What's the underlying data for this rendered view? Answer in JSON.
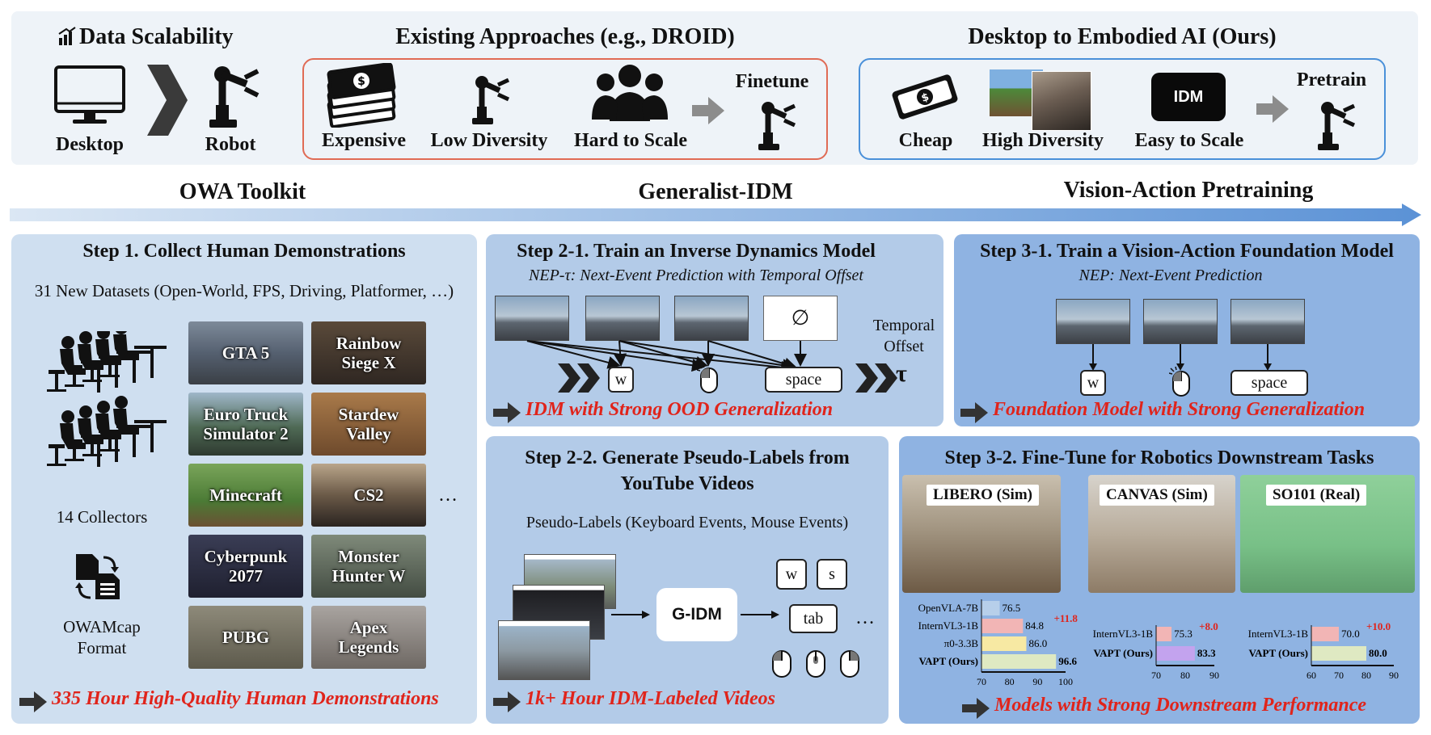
{
  "header": {
    "data_scalability": "Data Scalability",
    "desktop": "Desktop",
    "robot": "Robot",
    "existing_title": "Existing Approaches (e.g., DROID)",
    "expensive": "Expensive",
    "low_diversity": "Low Diversity",
    "hard_to_scale": "Hard to Scale",
    "finetune": "Finetune",
    "ours_title": "Desktop to Embodied AI (Ours)",
    "cheap": "Cheap",
    "high_diversity": "High Diversity",
    "idm": "IDM",
    "easy_to_scale": "Easy to Scale",
    "pretrain": "Pretrain"
  },
  "stages": {
    "owa": "OWA Toolkit",
    "gidm": "Generalist-IDM",
    "vap": "Vision-Action Pretraining"
  },
  "step1": {
    "title": "Step 1. Collect Human Demonstrations",
    "subtitle": "31 New Datasets (Open-World, FPS, Driving, Platformer, …)",
    "collectors": "14 Collectors",
    "format_line1": "OWAMcap",
    "format_line2": "Format",
    "games": [
      {
        "line1": "GTA 5",
        "line2": ""
      },
      {
        "line1": "Rainbow",
        "line2": "Siege X"
      },
      {
        "line1": "Euro Truck",
        "line2": "Simulator 2"
      },
      {
        "line1": "Stardew",
        "line2": "Valley"
      },
      {
        "line1": "Minecraft",
        "line2": ""
      },
      {
        "line1": "CS2",
        "line2": ""
      },
      {
        "line1": "Cyberpunk",
        "line2": "2077"
      },
      {
        "line1": "Monster",
        "line2": "Hunter W"
      },
      {
        "line1": "PUBG",
        "line2": ""
      },
      {
        "line1": "Apex",
        "line2": "Legends"
      }
    ],
    "ellipsis": "…",
    "footer": "335 Hour High-Quality Human Demonstrations"
  },
  "step21": {
    "title": "Step 2-1. Train an Inverse Dynamics Model",
    "subtitle": "NEP-τ: Next-Event Prediction with Temporal Offset",
    "null_symbol": "∅",
    "key_w": "w",
    "key_space": "space",
    "temporal_line1": "Temporal",
    "temporal_line2": "Offset",
    "tau": "τ",
    "footer": "IDM with Strong OOD Generalization"
  },
  "step22": {
    "title_line1": "Step 2-2. Generate Pseudo-Labels from",
    "title_line2": "YouTube Videos",
    "subtitle": "Pseudo-Labels (Keyboard Events, Mouse Events)",
    "gidm": "G-IDM",
    "key_w": "w",
    "key_s": "s",
    "key_tab": "tab",
    "ellipsis": "…",
    "footer": "1k+ Hour IDM-Labeled Videos"
  },
  "step31": {
    "title": "Step 3-1. Train a Vision-Action Foundation Model",
    "subtitle": "NEP: Next-Event Prediction",
    "key_w": "w",
    "key_space": "space",
    "footer": "Foundation Model with Strong Generalization"
  },
  "step32": {
    "title": "Step 3-2. Fine-Tune for Robotics Downstream Tasks",
    "libero": "LIBERO (Sim)",
    "canvas": "CANVAS (Sim)",
    "so101": "SO101 (Real)",
    "footer": "Models with Strong Downstream Performance"
  },
  "chart_data": [
    {
      "type": "bar",
      "orientation": "horizontal",
      "categories": [
        "OpenVLA-7B",
        "InternVL3-1B",
        "π0-3.3B",
        "VAPT (Ours)"
      ],
      "values": [
        76.5,
        84.8,
        86.0,
        96.6
      ],
      "value_labels": [
        "76.5",
        "84.8",
        "86.0",
        "96.6"
      ],
      "gain_label": "+11.8",
      "xlim": [
        70,
        100
      ],
      "xticks": [
        "70",
        "80",
        "90",
        "100"
      ],
      "colors": [
        "#b7cfea",
        "#f2b5b5",
        "#f7e9a3",
        "#dfe9c2"
      ]
    },
    {
      "type": "bar",
      "orientation": "horizontal",
      "categories": [
        "InternVL3-1B",
        "VAPT (Ours)"
      ],
      "values": [
        75.3,
        83.3
      ],
      "value_labels": [
        "75.3",
        "83.3"
      ],
      "gain_label": "+8.0",
      "xlim": [
        70,
        90
      ],
      "xticks": [
        "70",
        "80",
        "90"
      ],
      "colors": [
        "#f2b5b5",
        "#c3a3ee"
      ]
    },
    {
      "type": "bar",
      "orientation": "horizontal",
      "categories": [
        "InternVL3-1B",
        "VAPT (Ours)"
      ],
      "values": [
        70.0,
        80.0
      ],
      "value_labels": [
        "70.0",
        "80.0"
      ],
      "gain_label": "+10.0",
      "xlim": [
        60,
        90
      ],
      "xticks": [
        "60",
        "70",
        "80",
        "90"
      ],
      "colors": [
        "#f2b5b5",
        "#dfe9c2"
      ]
    }
  ]
}
